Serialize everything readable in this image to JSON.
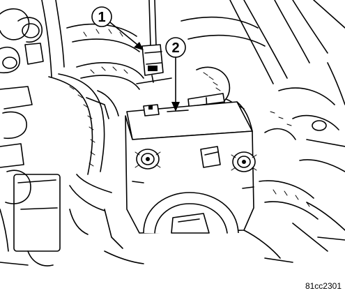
{
  "callouts": [
    {
      "number": "1"
    },
    {
      "number": "2"
    }
  ],
  "figure_code": "81cc2301"
}
